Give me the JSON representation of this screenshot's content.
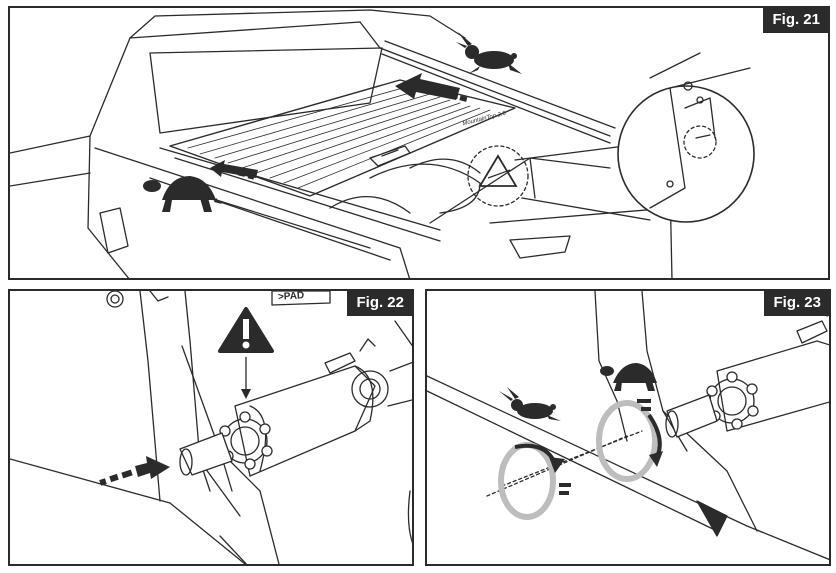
{
  "figures": {
    "fig21": {
      "label": "Fig. 21",
      "cover_text": "MountainTop 2.0"
    },
    "fig22": {
      "label": "Fig. 22",
      "sticker_text": ">PAD"
    },
    "fig23": {
      "label": "Fig. 23"
    }
  },
  "icons": [
    "rabbit-icon",
    "turtle-icon",
    "warning-icon",
    "arrow-icon",
    "rotate-arrow-icon"
  ],
  "colors": {
    "line": "#2b2b2b",
    "label_bg": "#2b2b2b",
    "label_text": "#ffffff",
    "rotation_ring": "#bdbdbd"
  }
}
